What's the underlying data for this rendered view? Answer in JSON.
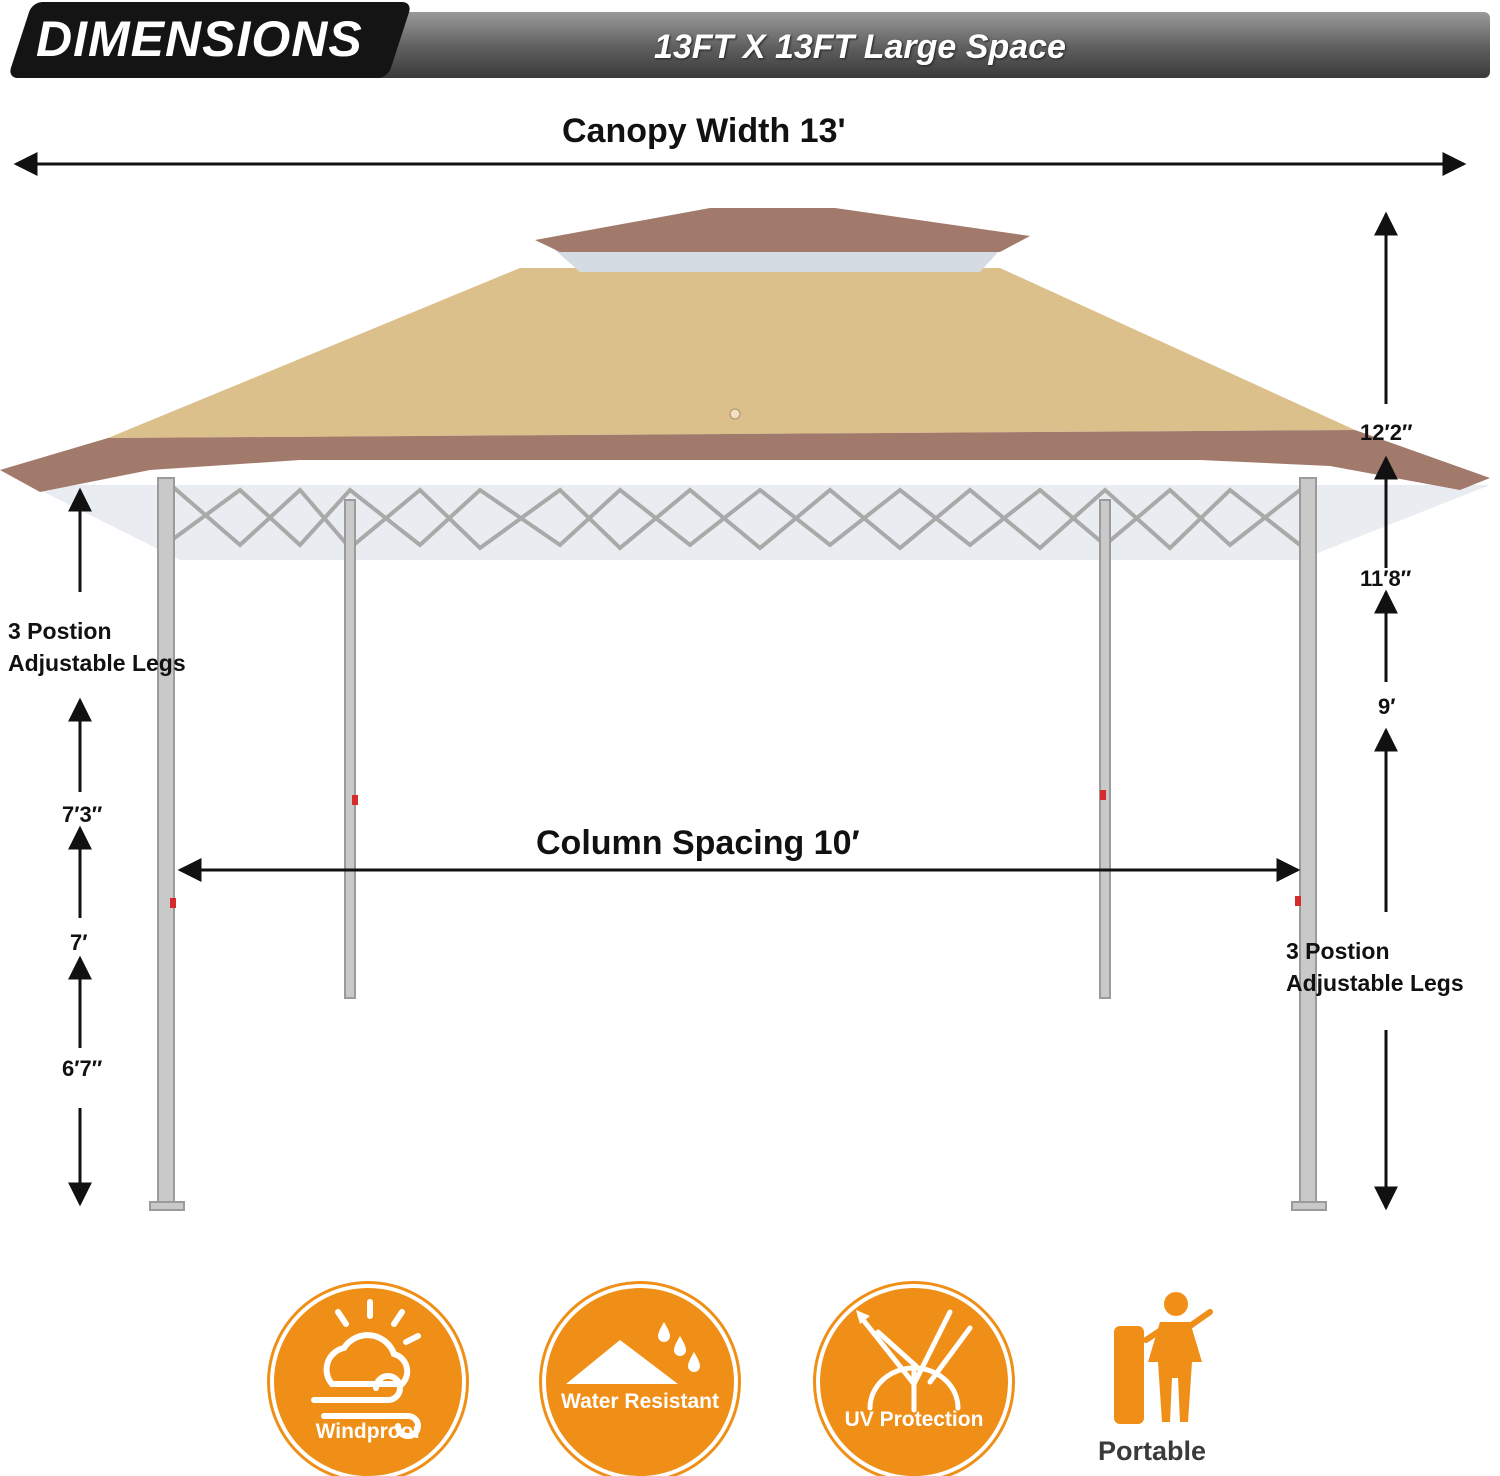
{
  "header": {
    "title": "DIMENSIONS",
    "subtitle": "13FT  X 13FT  Large Space"
  },
  "dimensions": {
    "canopy_width": "Canopy Width 13'",
    "column_spacing": "Column Spacing 10′",
    "left_legs_line1": "3 Postion",
    "left_legs_line2": "Adjustable Legs",
    "right_legs_line1": "3 Postion",
    "right_legs_line2": "Adjustable Legs",
    "left_heights": [
      "7′3″",
      "7′",
      "6′7″"
    ],
    "right_heights": [
      "12′2″",
      "11′8″",
      "9′"
    ]
  },
  "features": [
    {
      "label": "Windproof",
      "icon": "cloud-wind-icon"
    },
    {
      "label": "Water Resistant",
      "icon": "tent-drops-icon"
    },
    {
      "label": "UV Protection",
      "icon": "umbrella-sun-icon"
    },
    {
      "label": "Portable",
      "icon": "person-bag-icon"
    }
  ],
  "colors": {
    "canopy_top": "#dcc08c",
    "canopy_trim": "#a17a6c",
    "frame": "#a9a9a9",
    "badge": "#ef8f17"
  }
}
